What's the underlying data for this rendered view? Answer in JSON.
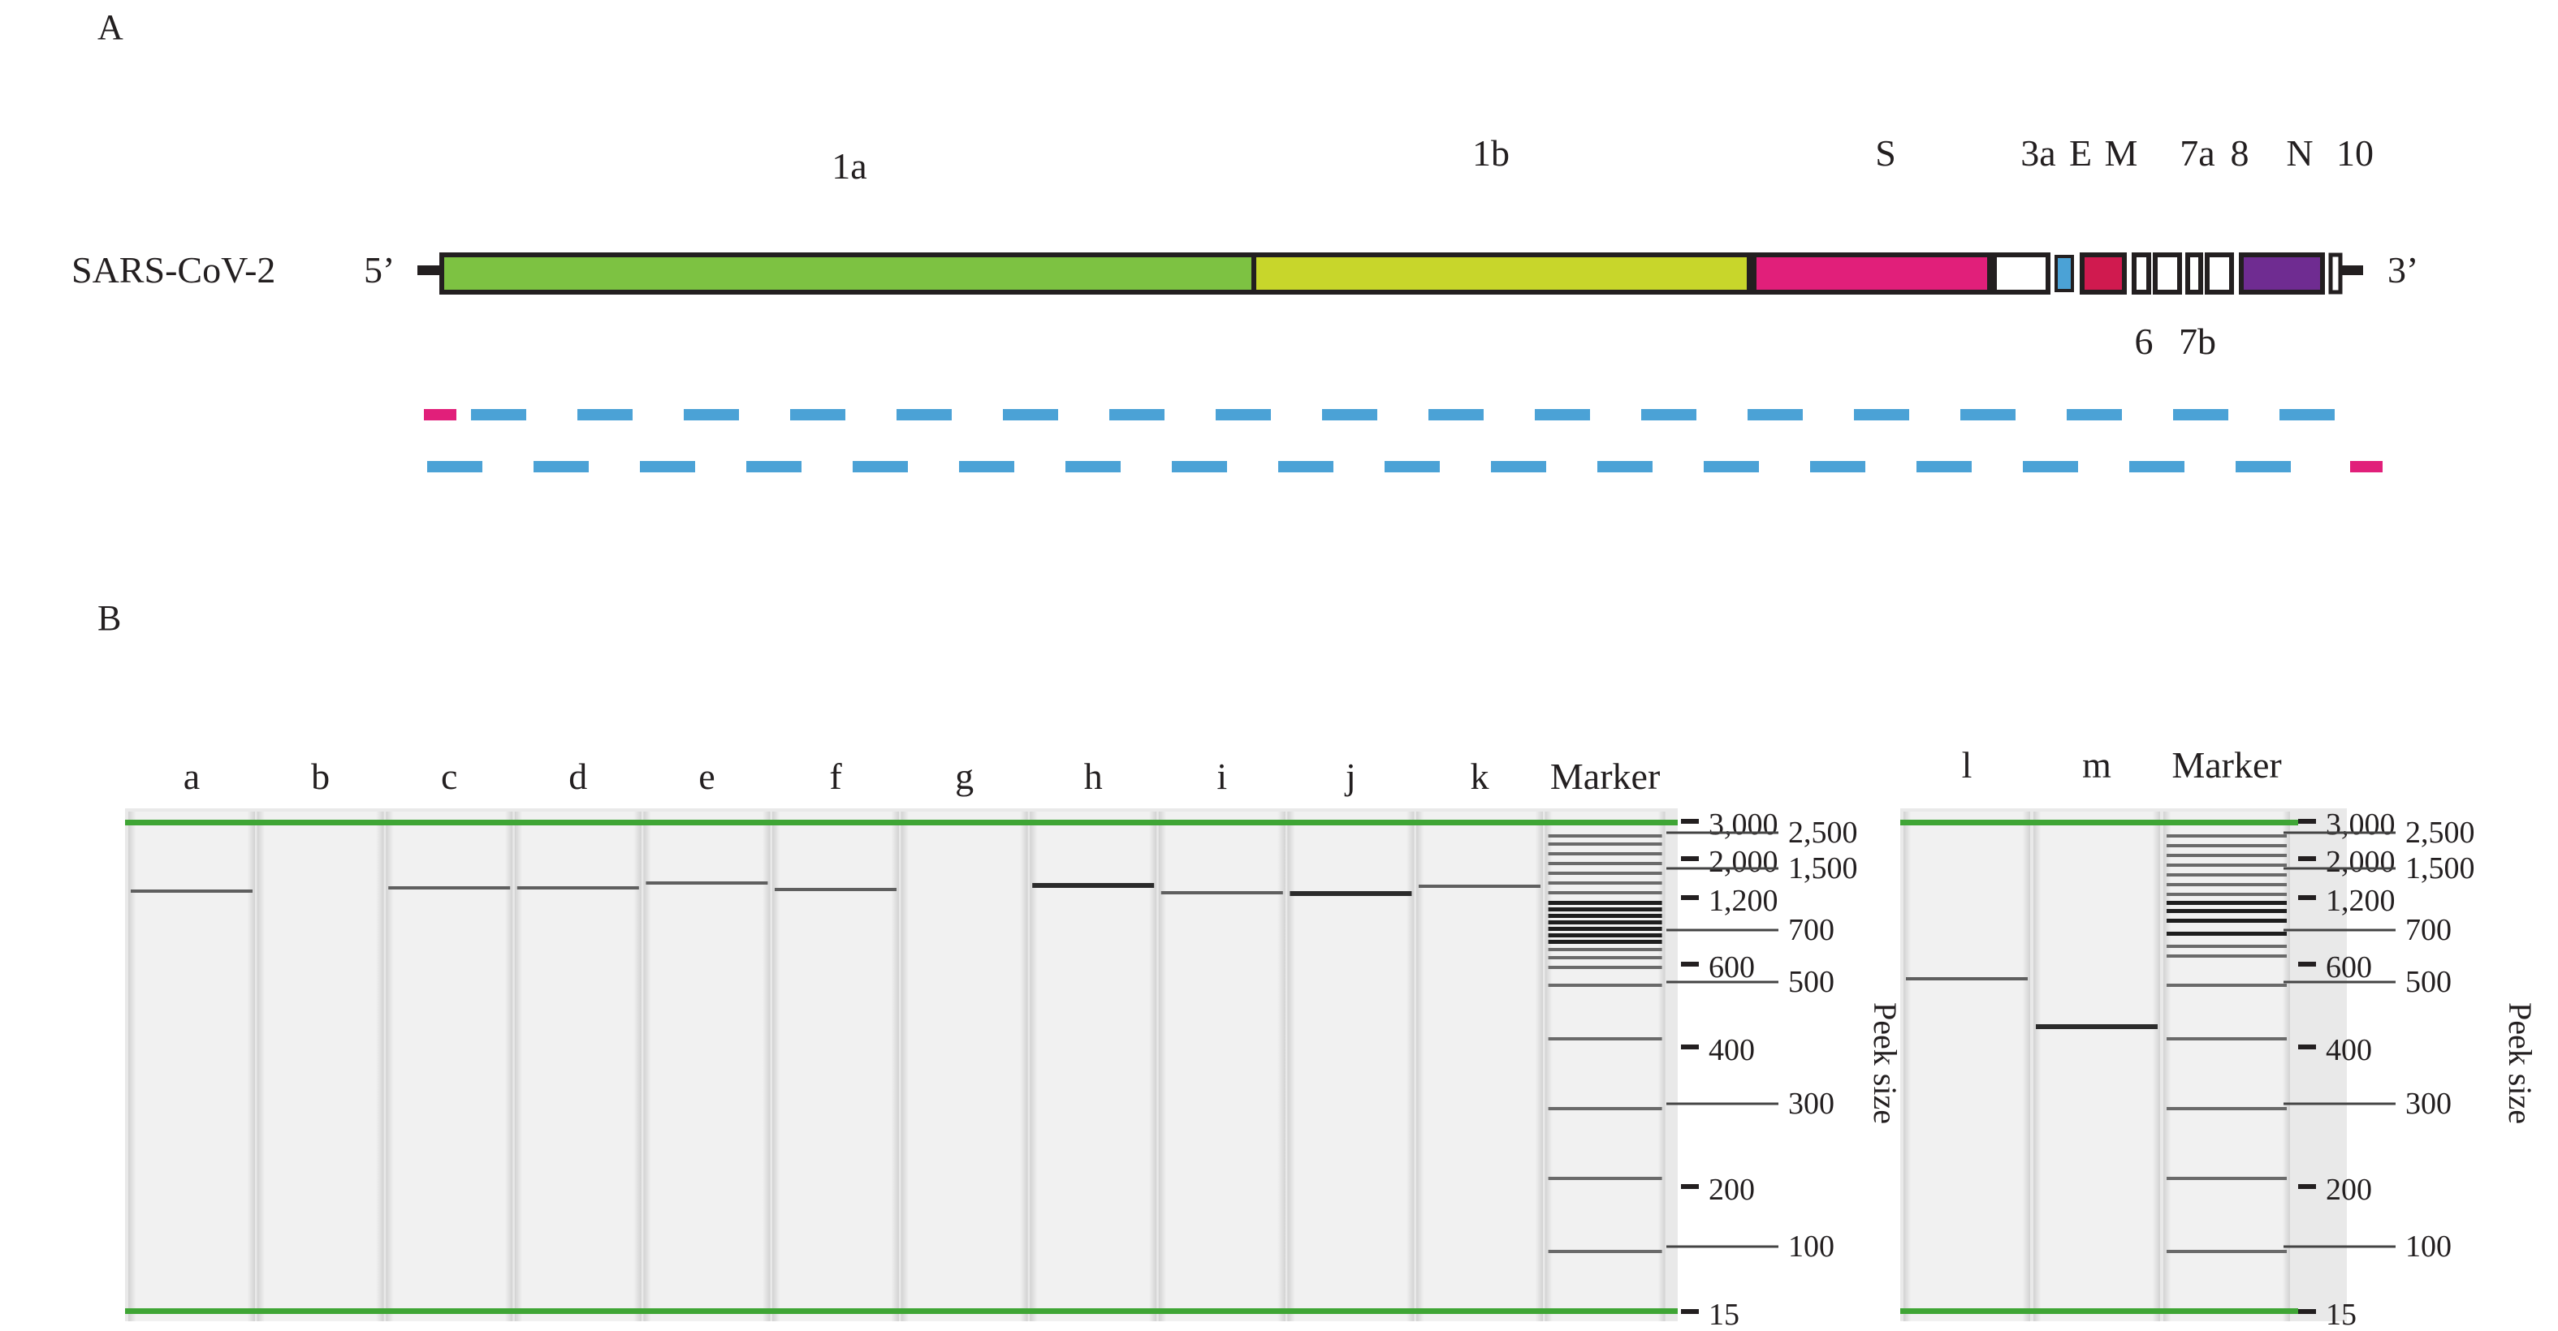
{
  "panel_a": {
    "label": "A",
    "genome_name": "SARS-CoV-2",
    "five_prime": "5’",
    "three_prime": "3’",
    "genes_top": [
      {
        "id": "orf1a",
        "label": "1a"
      },
      {
        "id": "orf1b",
        "label": "1b"
      },
      {
        "id": "s",
        "label": "S"
      },
      {
        "id": "orf3a",
        "label": "3a"
      },
      {
        "id": "e",
        "label": "E"
      },
      {
        "id": "m",
        "label": "M"
      },
      {
        "id": "orf7a",
        "label": "7a"
      },
      {
        "id": "orf8",
        "label": "8"
      },
      {
        "id": "n",
        "label": "N"
      },
      {
        "id": "orf10",
        "label": "10"
      }
    ],
    "genes_bottom": [
      {
        "id": "orf6",
        "label": "6"
      },
      {
        "id": "orf7b",
        "label": "7b"
      }
    ],
    "colors": {
      "orf1a": "#7dc242",
      "orf1b": "#c8d62b",
      "s": "#e11f7a",
      "e": "#4ba2d6",
      "m": "#d01a4f",
      "n": "#6f2c91",
      "amplicon": "#4ba2d6",
      "amplicon_end": "#e11f7a"
    }
  },
  "panel_b": {
    "label": "B",
    "axis_title": "Peek size",
    "gel1": {
      "lanes": [
        "a",
        "b",
        "c",
        "d",
        "e",
        "f",
        "g",
        "h",
        "i",
        "j",
        "k"
      ],
      "marker_label": "Marker"
    },
    "gel2": {
      "lanes": [
        "l",
        "m"
      ],
      "marker_label": "Marker"
    },
    "size_labels_left": [
      "3,000",
      "2,000",
      "1,200",
      "600",
      "400",
      "200",
      "15"
    ],
    "size_labels_right": [
      "2,500",
      "1,500",
      "700",
      "500",
      "300",
      "100"
    ],
    "green_labels": [
      "3,000",
      "15"
    ],
    "green_color": "#3fa535"
  }
}
